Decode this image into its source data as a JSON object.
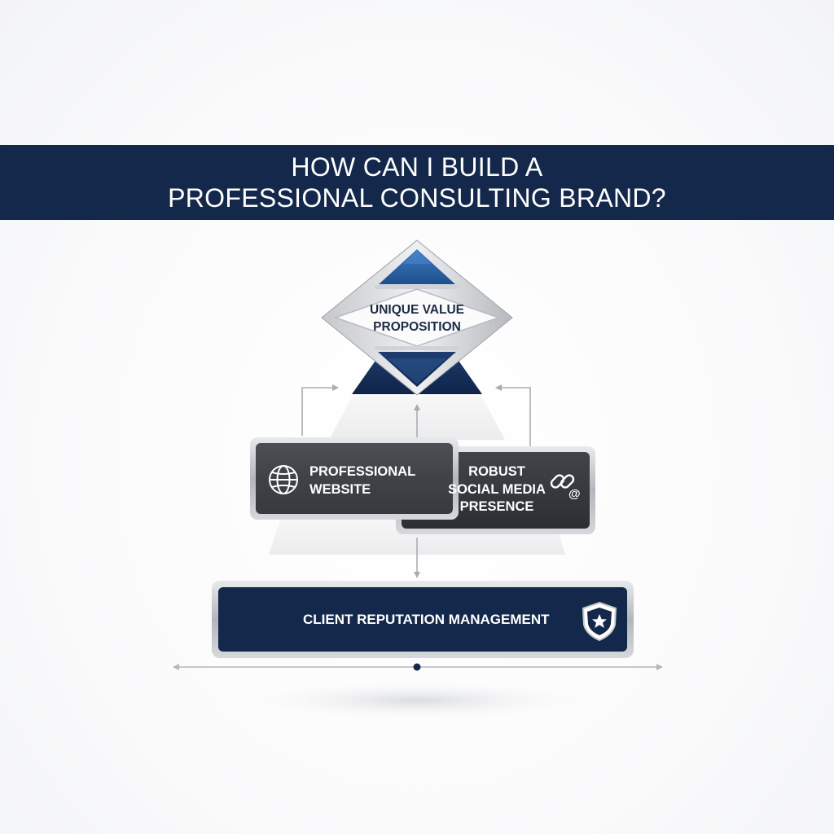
{
  "title": {
    "line1": "HOW CAN I BUILD A",
    "line2": "PROFESSIONAL CONSULTING BRAND?"
  },
  "diagram": {
    "top": {
      "line1": "UNIQUE VALUE",
      "line2": "PROPOSITION"
    },
    "middle_left": {
      "line1": "PROFESSIONAL",
      "line2": "WEBSITE",
      "icon": "globe-icon"
    },
    "middle_right": {
      "line1": "ROBUST",
      "line2": "SOCIAL MEDIA",
      "line3": "PRESENCE",
      "icon": "link-at-icon"
    },
    "base": {
      "label": "CLIENT REPUTATION MANAGEMENT",
      "icon": "shield-star-icon"
    }
  },
  "colors": {
    "navy": "#14284b",
    "blue": "#2a5f9e",
    "charcoal": "#36393f",
    "silver": "#b9bcc1"
  }
}
